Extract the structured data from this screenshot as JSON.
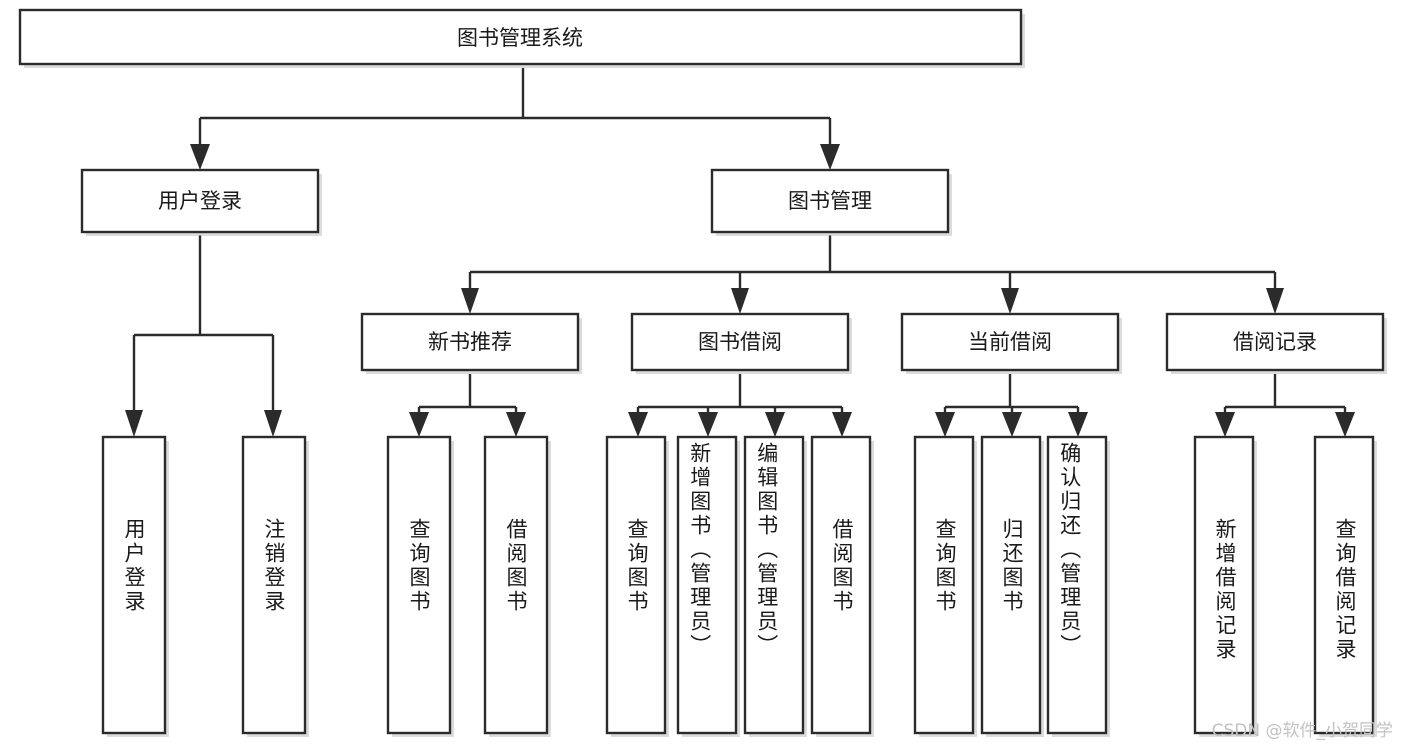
{
  "diagram": {
    "title": "图书管理系统",
    "type": "hierarchy-tree",
    "background_color": "#ffffff",
    "line_color": "#2b2b2b",
    "text_color": "#1a1a1a",
    "root": {
      "id": "root",
      "label": "图书管理系统",
      "orientation": "horizontal"
    },
    "level2": [
      {
        "id": "user-login",
        "label": "用户登录",
        "orientation": "horizontal"
      },
      {
        "id": "book-manage",
        "label": "图书管理",
        "orientation": "horizontal"
      }
    ],
    "level3": [
      {
        "id": "new-book-recommend",
        "label": "新书推荐",
        "orientation": "horizontal",
        "parent": "book-manage"
      },
      {
        "id": "book-borrow",
        "label": "图书借阅",
        "orientation": "horizontal",
        "parent": "book-manage"
      },
      {
        "id": "current-borrow",
        "label": "当前借阅",
        "orientation": "horizontal",
        "parent": "book-manage"
      },
      {
        "id": "borrow-record",
        "label": "借阅记录",
        "orientation": "horizontal",
        "parent": "book-manage"
      }
    ],
    "leaves": [
      {
        "id": "leaf-user-login",
        "label": "用户登录",
        "orientation": "vertical",
        "parent": "user-login"
      },
      {
        "id": "leaf-logout-login",
        "label": "注销登录",
        "orientation": "vertical",
        "parent": "user-login"
      },
      {
        "id": "leaf-query-book-1",
        "label": "查询图书",
        "orientation": "vertical",
        "parent": "new-book-recommend"
      },
      {
        "id": "leaf-borrow-book-1",
        "label": "借阅图书",
        "orientation": "vertical",
        "parent": "new-book-recommend"
      },
      {
        "id": "leaf-query-book-2",
        "label": "查询图书",
        "orientation": "vertical",
        "parent": "book-borrow"
      },
      {
        "id": "leaf-add-book",
        "label": "新增图书（管理员）",
        "orientation": "vertical",
        "parent": "book-borrow"
      },
      {
        "id": "leaf-edit-book",
        "label": "编辑图书（管理员）",
        "orientation": "vertical",
        "parent": "book-borrow"
      },
      {
        "id": "leaf-borrow-book-2",
        "label": "借阅图书",
        "orientation": "vertical",
        "parent": "book-borrow"
      },
      {
        "id": "leaf-query-book-3",
        "label": "查询图书",
        "orientation": "vertical",
        "parent": "current-borrow"
      },
      {
        "id": "leaf-return-book",
        "label": "归还图书",
        "orientation": "vertical",
        "parent": "current-borrow"
      },
      {
        "id": "leaf-confirm-return",
        "label": "确认归还（管理员）",
        "orientation": "vertical",
        "parent": "current-borrow"
      },
      {
        "id": "leaf-add-record",
        "label": "新增借阅记录",
        "orientation": "vertical",
        "parent": "borrow-record"
      },
      {
        "id": "leaf-query-record",
        "label": "查询借阅记录",
        "orientation": "vertical",
        "parent": "borrow-record"
      }
    ]
  },
  "watermark": {
    "text": "CSDN @软件_小贺同学",
    "color": "#c2c2c2"
  }
}
